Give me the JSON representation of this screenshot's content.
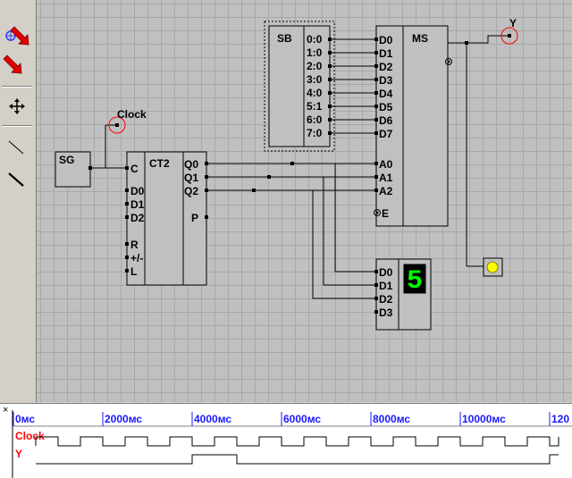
{
  "toolbar": {
    "tools": [
      "probe-tool",
      "signal-arrow-tool",
      "signal-arrow-tool-2",
      "move-tool",
      "thin-wire-tool",
      "thick-wire-tool"
    ]
  },
  "circuit": {
    "sg": {
      "label": "SG"
    },
    "clock_label": "Clock",
    "y_label": "Y",
    "ct2": {
      "title": "CT2",
      "inputs": [
        "C",
        "D0",
        "D1",
        "D2",
        "R",
        "+/-",
        "L"
      ],
      "outputs": [
        "Q0",
        "Q1",
        "Q2",
        "P"
      ]
    },
    "sb": {
      "title": "SB",
      "rows": [
        "0:0",
        "1:0",
        "2:0",
        "3:0",
        "4:0",
        "5:1",
        "6:0",
        "7:0"
      ]
    },
    "ms": {
      "title": "MS",
      "data_inputs": [
        "D0",
        "D1",
        "D2",
        "D3",
        "D4",
        "D5",
        "D6",
        "D7"
      ],
      "addr_inputs": [
        "A0",
        "A1",
        "A2"
      ],
      "enable": "E"
    },
    "display": {
      "inputs": [
        "D0",
        "D1",
        "D2",
        "D3"
      ],
      "digit": "5",
      "digit_color": "#00ff00"
    },
    "led_color": "#ffff00"
  },
  "timing": {
    "close_label": "×",
    "ticks": [
      "0мс",
      "2000мс",
      "4000мс",
      "6000мс",
      "8000мс",
      "10000мс",
      "120"
    ],
    "signals": [
      {
        "name": "Clock",
        "color": "#ff0000"
      },
      {
        "name": "Y",
        "color": "#ff0000"
      }
    ]
  },
  "colors": {
    "probe_circle": "#ff0000",
    "wire": "#000000",
    "grid": "#a8a8a8",
    "tick_text": "#1a1aff"
  }
}
